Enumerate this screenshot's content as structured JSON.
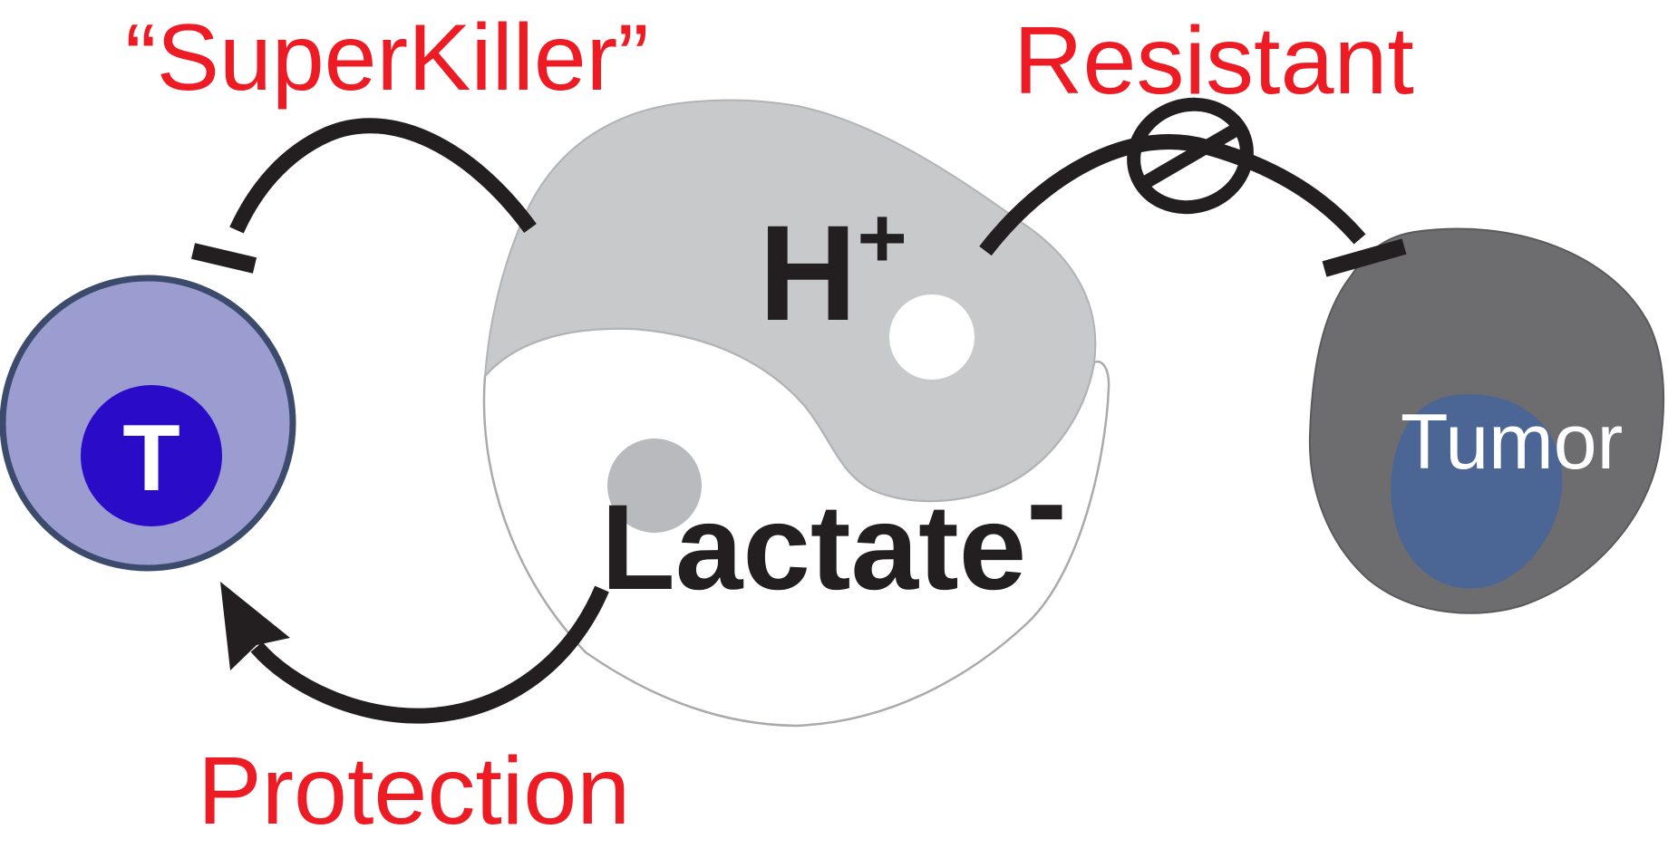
{
  "labels": {
    "superkiller": "“SuperKiller”",
    "resistant": "Resistant",
    "protection": "Protection"
  },
  "yin_yang": {
    "proton": "H",
    "proton_sup": "+",
    "lactate": "Lactate",
    "lactate_sup": "-"
  },
  "t_cell": {
    "label": "T"
  },
  "tumor": {
    "label": "Tumor"
  },
  "colors": {
    "label_red": "#ED1C24",
    "arrow_black": "#231F20",
    "yin_gray": "#C8C9CB",
    "yin_eye_gray": "#B9BABD",
    "outline_gray": "#A9AAAD",
    "tcell_fill": "#9B9CD0",
    "tcell_border": "#3C4A6B",
    "tcell_nucleus": "#2A0BC8",
    "tumor_gray": "#6D6D6F",
    "tumor_blue": "#4B6594",
    "text_white": "#FFFFFF"
  }
}
